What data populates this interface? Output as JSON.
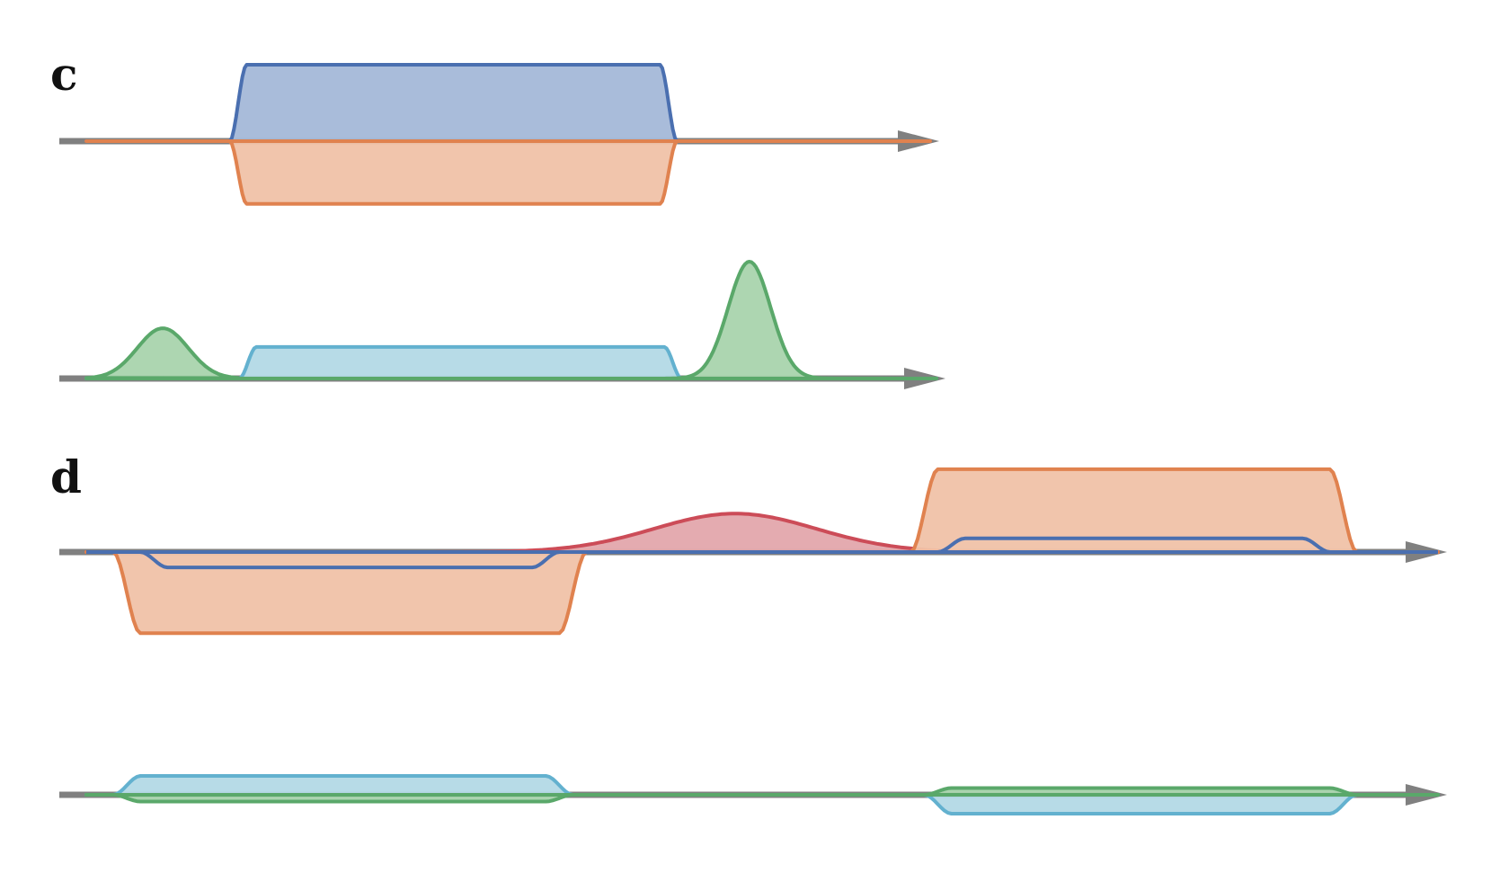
{
  "panels": [
    {
      "id": "c",
      "label": "c"
    },
    {
      "id": "d",
      "label": "d"
    }
  ],
  "colors": {
    "axis": "#808080",
    "blue": "#4a6fb0",
    "blue_fill": "#a4b8d8",
    "orange": "#e0824f",
    "orange_fill": "#f0c2a8",
    "cyan": "#63b1cf",
    "cyan_fill": "#b3d9e6",
    "green": "#5aa86a",
    "green_fill": "#a9d4ad",
    "red": "#cc4c58",
    "red_fill": "#e3a6ac"
  },
  "chart_data": [
    {
      "type": "area",
      "panel": "c",
      "series": [
        {
          "color": "blue",
          "shape": "pulse",
          "start": 0.17,
          "end": 0.7,
          "sign": 1,
          "amplitude": 1.0
        },
        {
          "color": "orange",
          "shape": "pulse",
          "start": 0.17,
          "end": 0.7,
          "sign": -1,
          "amplitude": 0.82
        }
      ]
    },
    {
      "type": "area",
      "panel": "c",
      "series": [
        {
          "color": "green",
          "shape": "gaussian",
          "center": 0.09,
          "width": 0.03,
          "sign": 1,
          "amplitude": 0.43
        },
        {
          "color": "cyan",
          "shape": "pulse",
          "start": 0.18,
          "end": 0.7,
          "sign": 1,
          "amplitude": 0.27
        },
        {
          "color": "green",
          "shape": "gaussian",
          "center": 0.78,
          "width": 0.025,
          "sign": 1,
          "amplitude": 1.0
        }
      ]
    },
    {
      "type": "area",
      "panel": "d",
      "series": [
        {
          "color": "orange",
          "shape": "pulse",
          "start": 0.02,
          "end": 0.37,
          "sign": -1,
          "amplitude": 0.95
        },
        {
          "color": "red",
          "shape": "gaussian",
          "center": 0.48,
          "width": 0.06,
          "sign": 1,
          "amplitude": 0.45
        },
        {
          "color": "orange",
          "shape": "pulse",
          "start": 0.61,
          "end": 0.94,
          "sign": 1,
          "amplitude": 0.97
        }
      ],
      "lines": [
        {
          "color": "blue",
          "shape": "pulse",
          "start": 0.04,
          "end": 0.35,
          "sign": -1,
          "amplitude": 0.18
        },
        {
          "color": "blue",
          "shape": "pulse",
          "start": 0.63,
          "end": 0.92,
          "sign": 1,
          "amplitude": 0.16
        }
      ]
    },
    {
      "type": "area",
      "panel": "d",
      "series": [
        {
          "color": "cyan",
          "shape": "pulse",
          "start": 0.02,
          "end": 0.36,
          "sign": 1,
          "amplitude": 0.7
        },
        {
          "color": "cyan",
          "shape": "pulse",
          "start": 0.62,
          "end": 0.94,
          "sign": -1,
          "amplitude": 0.7
        },
        {
          "color": "green",
          "shape": "pulse",
          "start": 0.02,
          "end": 0.36,
          "sign": -1,
          "amplitude": 0.25
        },
        {
          "color": "green",
          "shape": "pulse",
          "start": 0.62,
          "end": 0.94,
          "sign": 1,
          "amplitude": 0.25
        }
      ]
    }
  ]
}
